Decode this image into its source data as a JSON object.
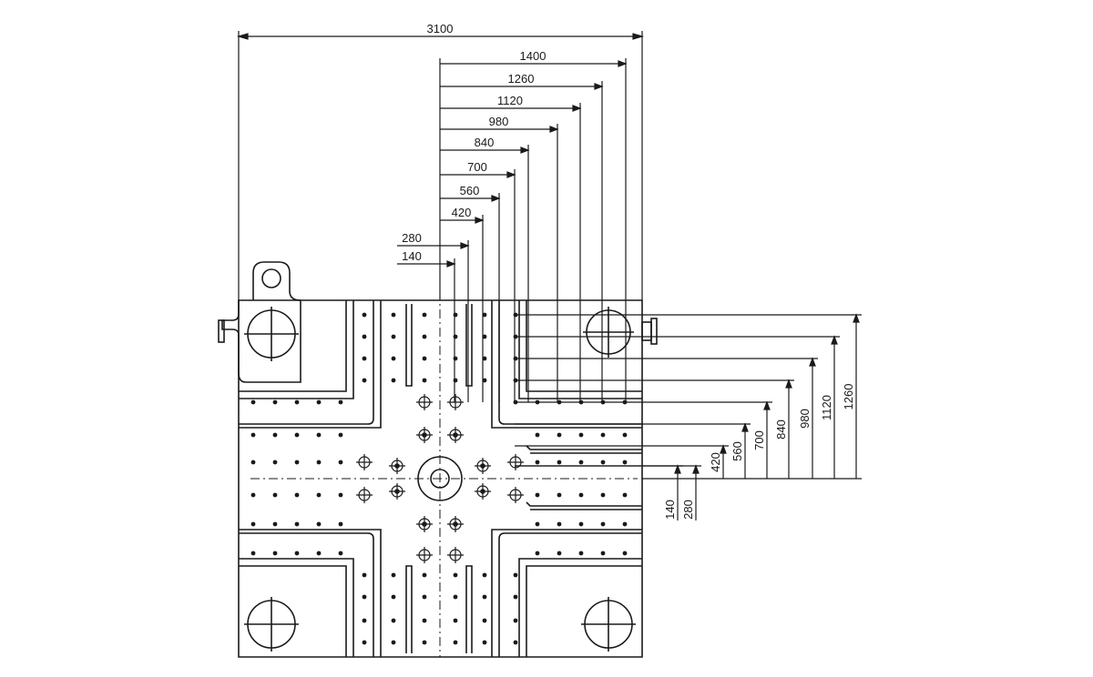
{
  "drawing": {
    "overall_width_label": "3100",
    "top_dimensions": [
      "1400",
      "1260",
      "1120",
      "980",
      "840",
      "700",
      "560",
      "420",
      "280",
      "140"
    ],
    "right_dimensions": [
      "1260",
      "1120",
      "980",
      "840",
      "700",
      "560",
      "420",
      "280",
      "140"
    ],
    "line_color": "#1a1a1a",
    "background": "#ffffff"
  }
}
